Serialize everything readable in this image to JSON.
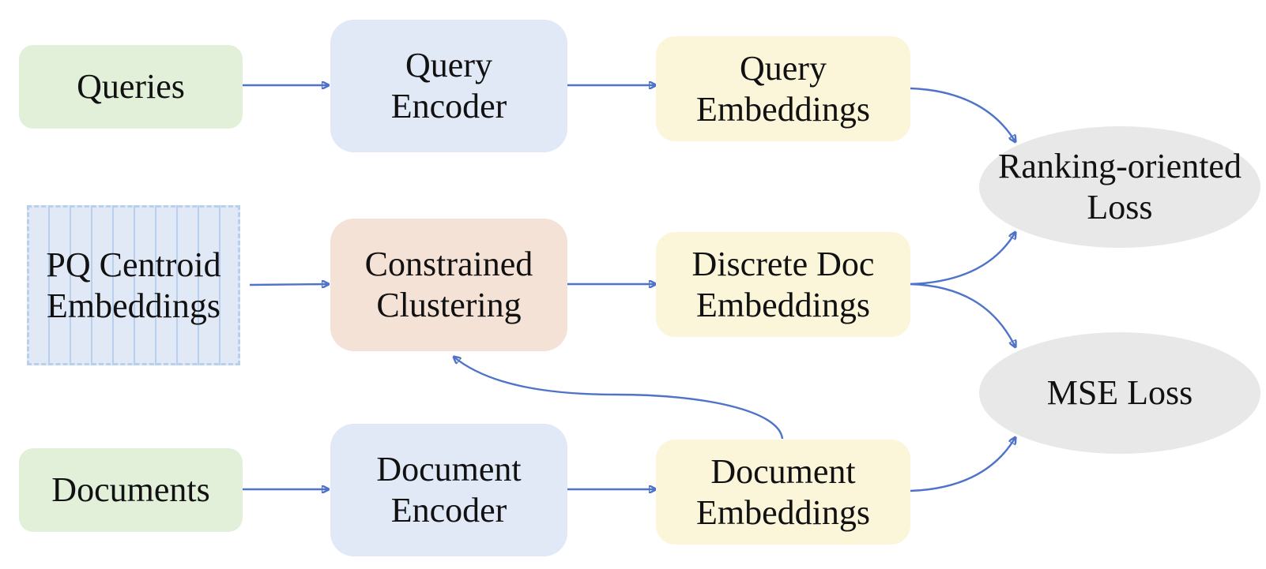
{
  "nodes": {
    "queries": "Queries",
    "query_encoder": "Query\nEncoder",
    "query_embeddings": "Query\nEmbeddings",
    "pq_centroid_embeddings": "PQ Centroid\nEmbeddings",
    "constrained_clustering": "Constrained\nClustering",
    "discrete_doc_embeddings": "Discrete Doc\nEmbeddings",
    "documents": "Documents",
    "document_encoder": "Document\nEncoder",
    "document_embeddings": "Document\nEmbeddings",
    "ranking_oriented_loss": "Ranking-oriented\nLoss",
    "mse_loss": "MSE Loss"
  },
  "colors": {
    "input": "#e2efd9",
    "encoder": "#e1e8f6",
    "embedding": "#fbf5da",
    "clustering": "#f5e2d6",
    "loss": "#e8e8e8",
    "arrow": "#4f73c8"
  }
}
